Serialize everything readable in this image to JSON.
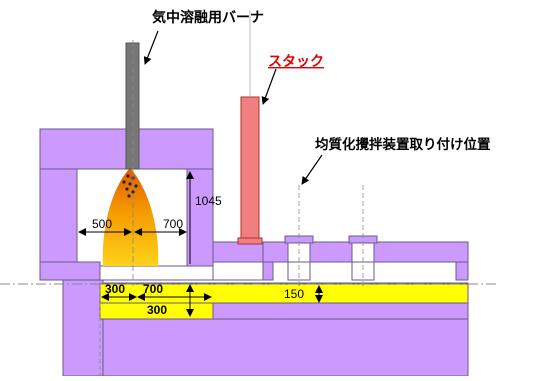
{
  "labels": {
    "burner": "気中溶融用バーナ",
    "stack": "スタック",
    "stirrer": "均質化攪拌装置取り付け位置"
  },
  "dimensions": {
    "d1045": "1045",
    "d500": "500",
    "d700_top": "700",
    "d300_left": "300",
    "d700_bottom": "700",
    "d300_bottom": "300",
    "d150": "150"
  },
  "colors": {
    "refractory": "#cc99ff",
    "outline": "#6a5a8a",
    "glass": "#ffff00",
    "flame_top": "#e65c00",
    "flame_bottom": "#ffcc00",
    "burner": "#777777",
    "stack": "#f08080",
    "stack_outline": "#b03030",
    "centerline": "#888888"
  }
}
